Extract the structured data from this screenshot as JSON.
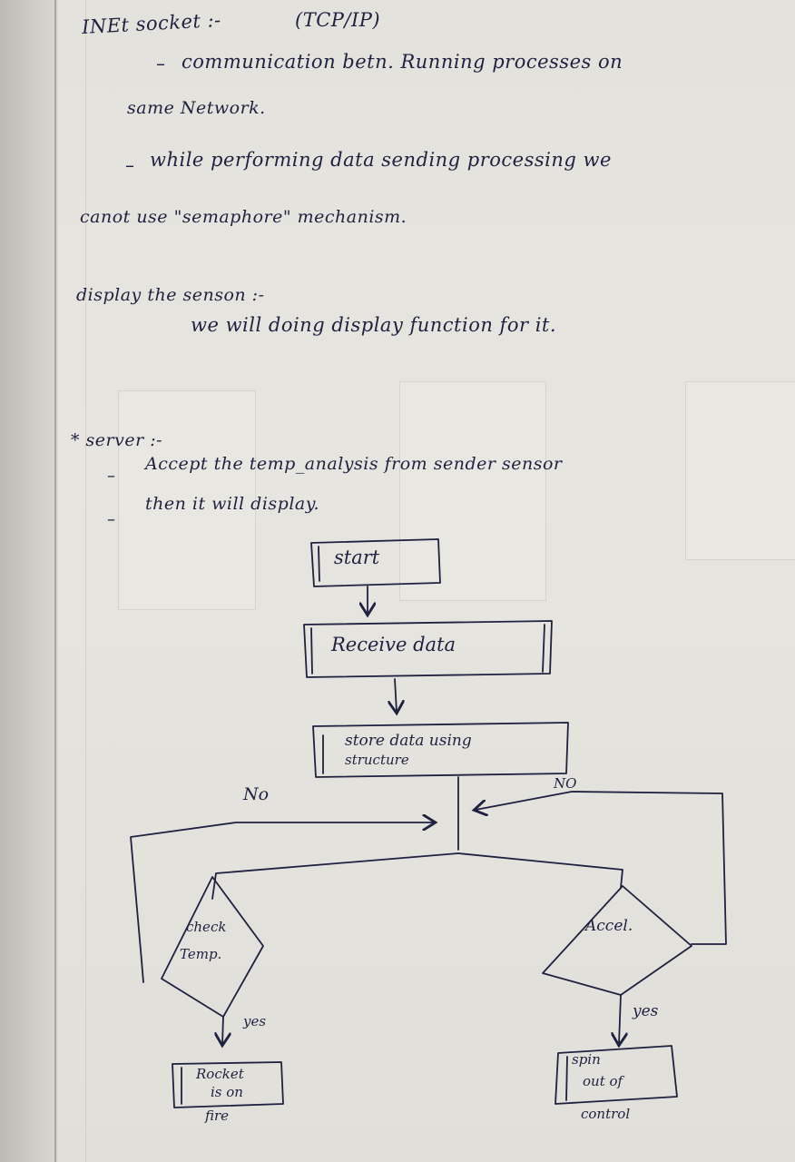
{
  "notes": {
    "inet_heading": "INEt socket :-",
    "inet_protocol": "(TCP/IP)",
    "inet_line1": "communication betn. Running processes on",
    "inet_line2": "same Network.",
    "inet_line3": "while performing data sending processing we",
    "inet_line4": "canot use \"semaphore\" mechanism.",
    "display_heading": "display the senson :-",
    "display_line1": "we will doing display function for it.",
    "server_heading": "* server :-",
    "server_line1": "Accept the temp_analysis from sender sensor",
    "server_line2": "then it will display."
  },
  "flowchart": {
    "start": "start",
    "receive": "Receive data",
    "store_line1": "store data using",
    "store_line2": "structure",
    "no_left": "No",
    "no_right": "NO",
    "check_line1": "check",
    "check_line2": "Temp.",
    "accel": "Accel.",
    "yes_left": "yes",
    "yes_right": "yes",
    "rocket_line1": "Rocket",
    "rocket_line2": "is on",
    "rocket_line3": "fire",
    "spin_line1": "spin",
    "spin_line2": "out of",
    "spin_line3": "control"
  }
}
